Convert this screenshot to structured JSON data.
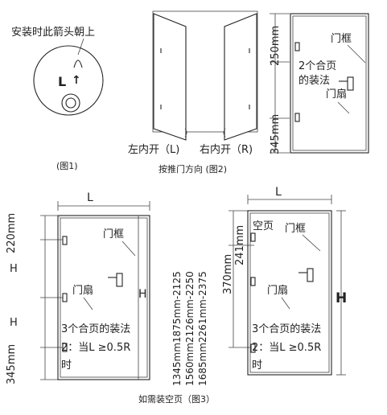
{
  "figure1": {
    "instruction": "安装时此箭头朝上",
    "letter": "L",
    "arrow": "↑",
    "caption": "(图1)"
  },
  "figure2": {
    "left_label": "左内开（L)",
    "right_label": "右内开（R)",
    "caption": "按推门方向 (图2)"
  },
  "figure_2b": {
    "dim_top": "250mm",
    "dim_bottom": "345mm",
    "frame_label": "门框",
    "hinge_note_1": "2个合页",
    "hinge_note_2": "的装法",
    "leaf_label": "门扇"
  },
  "figure3a": {
    "width_label": "L",
    "dim_top": "220mm",
    "dim_h_upper": "H",
    "dim_h_lower": "H",
    "dim_bottom": "345mm",
    "height_label": "H",
    "frame_label": "门框",
    "leaf_label": "门扇",
    "note_1": "3个合页的装法",
    "note_2": "2：当L ≥0.5R",
    "note_3": "时"
  },
  "figure3b": {
    "width_label": "L",
    "range_1": "1345mm1875mm-2125",
    "range_2": "1560mm2126mm-2250",
    "range_3": "1685mm2261mm-2375",
    "dim_top": "241mm",
    "dim_mid": "370mm",
    "empty_hinge_label": "空页",
    "frame_label": "门框",
    "leaf_label": "门扇",
    "height_label": "H",
    "note_1": "3个合页的装法",
    "note_2": "2：当L ≥0.5R",
    "note_3": "时"
  },
  "bottom_caption": "如需装空页（图3）"
}
